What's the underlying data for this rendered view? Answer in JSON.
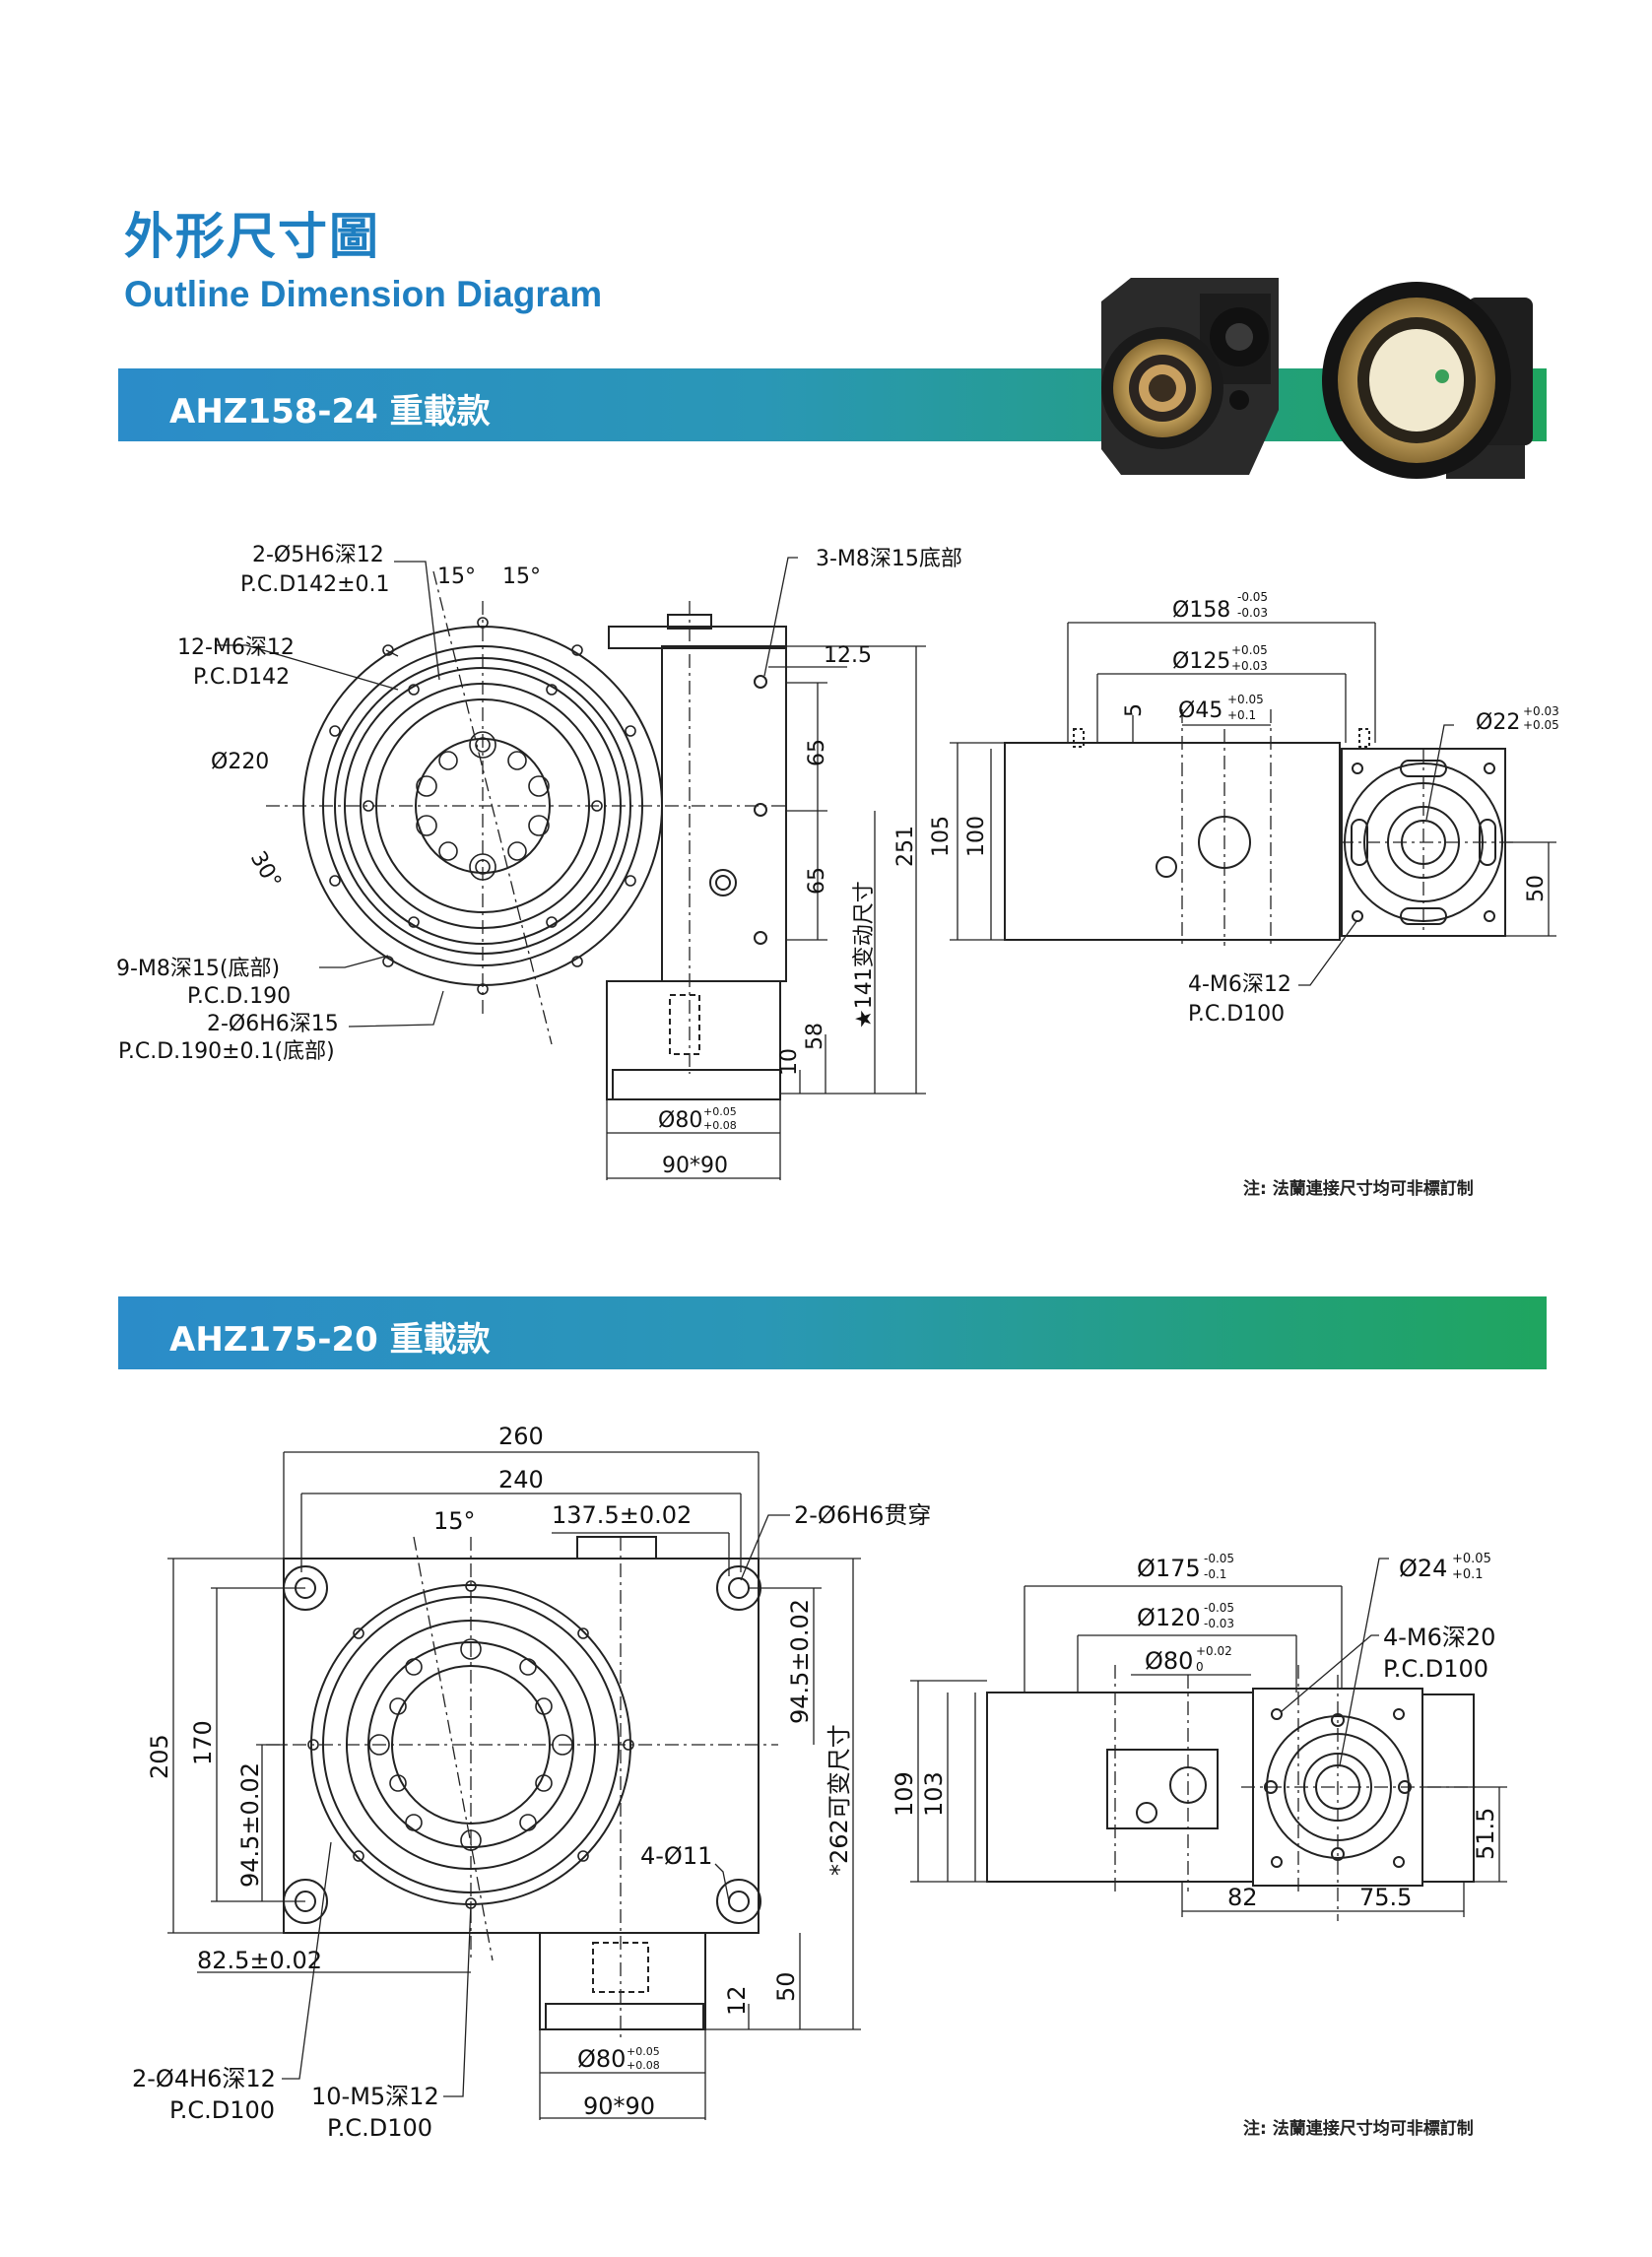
{
  "header": {
    "title_cn": "外形尺寸圖",
    "title_en": "Outline Dimension Diagram"
  },
  "colors": {
    "accent": "#1f7fc1",
    "band_start": "#2b8cc9",
    "band_end": "#1fa55f"
  },
  "section1": {
    "band_label": "AHZ158-24 重載款",
    "front_view": {
      "hole_a": "2-Ø5H6深12",
      "hole_a_pcd": "P.C.D142±0.1",
      "angle_a": "15°",
      "angle_b": "15°",
      "thread_top": "3-M8深15底部",
      "thread_m6": "12-M6深12",
      "thread_m6_pcd": "P.C.D142",
      "dia_220": "Ø220",
      "angle_30": "30°",
      "thread_m8": "9-M8深15(底部)",
      "thread_m8_pcd": "P.C.D.190",
      "hole_b": "2-Ø6H6深15",
      "hole_b_pcd": "P.C.D.190±0.1(底部)",
      "dim_12_5": "12.5",
      "dim_65a": "65",
      "dim_65b": "65",
      "dim_251": "251",
      "dim_141": "★141变动尺寸",
      "dim_58": "58",
      "dim_10": "10",
      "dia_80": "Ø80",
      "dia_80_tol_up": "+0.05",
      "dia_80_tol_dn": "+0.08",
      "dim_90": "90*90"
    },
    "side_view": {
      "dia_158": "Ø158",
      "dia_158_tol_up": "-0.05",
      "dia_158_tol_dn": "-0.03",
      "dia_125": "Ø125",
      "dia_125_tol_up": "+0.05",
      "dia_125_tol_dn": "+0.03",
      "dia_45": "Ø45",
      "dia_45_tol_up": "+0.05",
      "dia_45_tol_dn": "+0.1",
      "dim_5": "5",
      "dia_22": "Ø22",
      "dia_22_tol_up": "+0.03",
      "dia_22_tol_dn": "+0.05",
      "dim_105": "105",
      "dim_100": "100",
      "dim_50": "50",
      "thread_m6": "4-M6深12",
      "thread_m6_pcd": "P.C.D100"
    },
    "note": "注: 法蘭連接尺寸均可非標訂制"
  },
  "section2": {
    "band_label": "AHZ175-20 重載款",
    "front_view": {
      "dim_260": "260",
      "dim_240": "240",
      "angle_15": "15°",
      "dim_137_5": "137.5±0.02",
      "hole_top": "2-Ø6H6贯穿",
      "dim_94_5a": "94.5±0.02",
      "dim_94_5b": "94.5±0.02",
      "dim_205": "205",
      "dim_170": "170",
      "dim_262": "*262可变尺寸",
      "hole_4": "4-Ø11",
      "dim_82_5": "82.5±0.02",
      "dim_12": "12",
      "dim_50": "50",
      "dia_80": "Ø80",
      "dia_80_tol_up": "+0.05",
      "dia_80_tol_dn": "+0.08",
      "dim_90": "90*90",
      "hole_b": "2-Ø4H6深12",
      "hole_b_pcd": "P.C.D100",
      "thread_m5": "10-M5深12",
      "thread_m5_pcd": "P.C.D100"
    },
    "side_view": {
      "dia_175": "Ø175",
      "dia_175_tol_up": "-0.05",
      "dia_175_tol_dn": "-0.1",
      "dia_120": "Ø120",
      "dia_120_tol_up": "-0.05",
      "dia_120_tol_dn": "-0.03",
      "dia_80": "Ø80",
      "dia_80_tol_up": "+0.02",
      "dia_80_tol_dn": "0",
      "dia_24": "Ø24",
      "dia_24_tol_up": "+0.05",
      "dia_24_tol_dn": "+0.1",
      "thread_m6": "4-M6深20",
      "thread_m6_pcd": "P.C.D100",
      "dim_109": "109",
      "dim_103": "103",
      "dim_51_5": "51.5",
      "dim_82": "82",
      "dim_75_5": "75.5"
    },
    "note": "注: 法蘭連接尺寸均可非標訂制"
  }
}
